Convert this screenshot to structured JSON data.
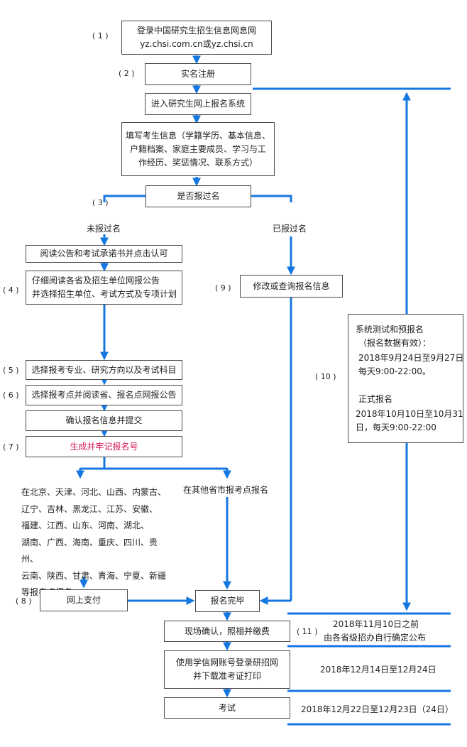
{
  "accent_color": "#1577e0",
  "steps": {
    "s1": {
      "number": "( 1 )",
      "line1": "登录中国研究生招生信息网息网",
      "line2": "yz.chsi.com.cn或yz.chsi.cn"
    },
    "s2": {
      "number": "( 2 )",
      "label": "实名注册"
    },
    "enter": {
      "label": "进入研究生网上报名系统"
    },
    "info": {
      "line1": "填写考生信息（学籍学历、基本信息、",
      "line2": "户籍档案、家庭主要成员、学习与工",
      "line3": "作经历、奖惩情况、联系方式）"
    },
    "s3": {
      "number": "( 3 )",
      "label": "是否报过名",
      "no": "未报过名",
      "yes": "已报过名"
    },
    "read": {
      "label": "阅读公告和考试承诺书并点击认可"
    },
    "s4": {
      "number": "( 4 )",
      "line1": "仔细阅读各省及招生单位网报公告",
      "line2": "并选择招生单位、考试方式及专项计划"
    },
    "s5": {
      "number": "( 5 )",
      "label": "选择报考专业、研究方向以及考试科目"
    },
    "s6": {
      "number": "( 6 )",
      "label": "选择报考点并阅读省、报名点网报公告"
    },
    "confirm": {
      "label": "确认报名信息并提交"
    },
    "s7": {
      "number": "( 7 )",
      "label": "生成并牢记报名号"
    },
    "s8": {
      "number": "( 8 )",
      "label": "网上支付"
    },
    "s9": {
      "number": "( 9 )",
      "label": "修改或查询报名信息"
    },
    "s10": {
      "number": "( 10 )"
    },
    "s11": {
      "number": "( 11 )"
    },
    "done": {
      "label": "报名完毕"
    },
    "onsite": {
      "label": "现场确认，照相并缴费"
    },
    "download": {
      "line1": "使用学信网账号登录研招网",
      "line2": "并下载准考证打印"
    },
    "exam": {
      "label": "考试"
    }
  },
  "regions": {
    "lines": [
      "在北京、天津、河北、山西、内蒙古、",
      "辽宁、吉林、黑龙江、江苏、安徽、",
      "福建、江西、山东、河南、湖北、",
      "湖南、广西、海南、重庆、四川、贵州、",
      "云南、陕西、甘肃、青海、宁夏、新疆",
      "等报考点报名。"
    ],
    "other": "在其他省市报考点报名"
  },
  "sidebox": {
    "title": "系统测试和预报名",
    "note": "（报名数据有效）：",
    "pre_dates": "2018年9月24日至9月27日",
    "pre_hours": "每天9:00-22:00。",
    "formal_title": "正式报名",
    "formal_dates": "2018年10月10日至10月31",
    "formal_hours": "日，每天9:00-22:00"
  },
  "timeline": {
    "t1_line1": "2018年11月10日之前",
    "t1_line2": "由各省级招办自行确定公布",
    "t2": "2018年12月14日至12月24日",
    "t3": "2018年12月22日至12月23日（24日）"
  }
}
